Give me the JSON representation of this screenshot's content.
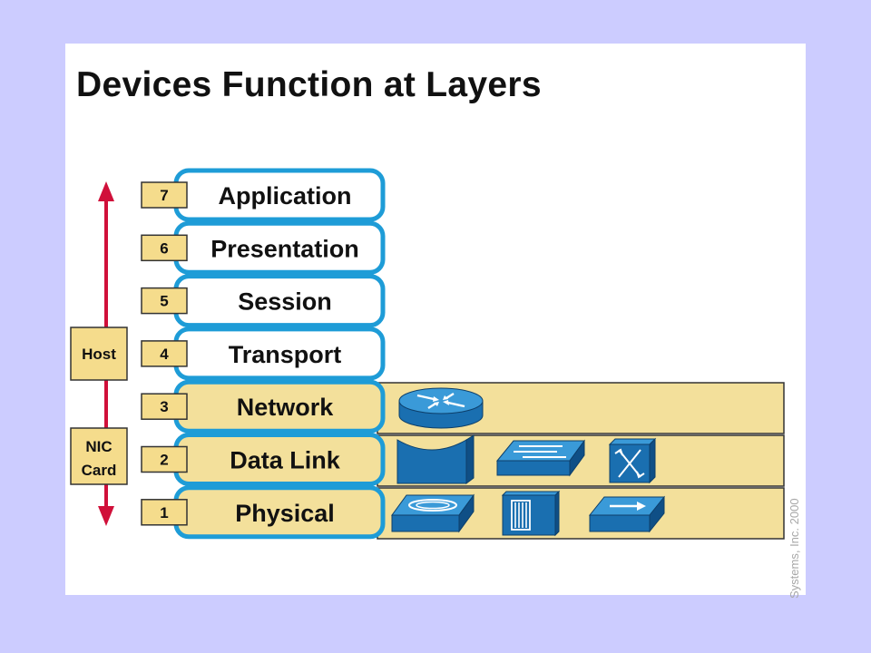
{
  "title": "Devices Function at Layers",
  "layers": [
    {
      "number": "7",
      "name": "Application"
    },
    {
      "number": "6",
      "name": "Presentation"
    },
    {
      "number": "5",
      "name": "Session"
    },
    {
      "number": "4",
      "name": "Transport"
    },
    {
      "number": "3",
      "name": "Network"
    },
    {
      "number": "2",
      "name": "Data Link"
    },
    {
      "number": "1",
      "name": "Physical"
    }
  ],
  "side_labels": {
    "host": "Host",
    "nic_line1": "NIC",
    "nic_line2": "Card"
  },
  "devices": {
    "network": [
      "router-icon"
    ],
    "data_link": [
      "bridge-icon",
      "switch-icon",
      "atm-switch-icon"
    ],
    "physical": [
      "hub-icon",
      "repeater-icon",
      "transceiver-icon"
    ]
  },
  "copyright": "Systems, Inc. 2000",
  "colors": {
    "background": "#ccccff",
    "layer_outline": "#1e9cd7",
    "number_box": "#f5dc8c",
    "band": "#f3e09b",
    "arrow": "#d0103a",
    "device_blue": "#1a7fc4"
  }
}
